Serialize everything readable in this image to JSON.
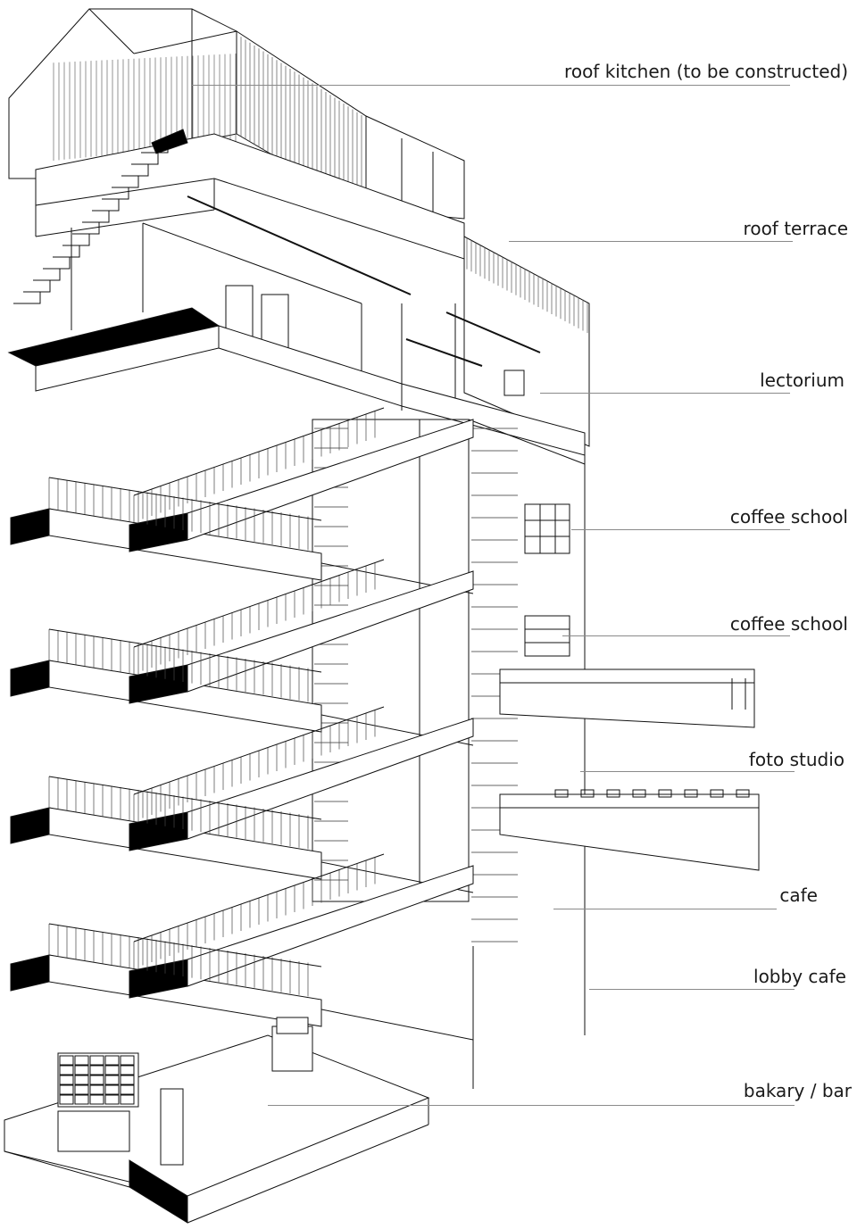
{
  "labels": [
    {
      "id": "roof-kitchen",
      "text": "roof kitchen (to be constructed)"
    },
    {
      "id": "roof-terrace",
      "text": "roof terrace"
    },
    {
      "id": "lectorium",
      "text": "lectorium"
    },
    {
      "id": "coffee-school-upper",
      "text": "coffee school"
    },
    {
      "id": "coffee-school-lower",
      "text": "coffee school"
    },
    {
      "id": "foto-studio",
      "text": "foto studio"
    },
    {
      "id": "cafe",
      "text": "cafe"
    },
    {
      "id": "lobby-cafe",
      "text": "lobby cafe"
    },
    {
      "id": "bakary-bar",
      "text": "bakary / bar"
    }
  ],
  "colors": {
    "ink": "#111111",
    "leader": "#8a8a8a",
    "slab": "#000000"
  }
}
